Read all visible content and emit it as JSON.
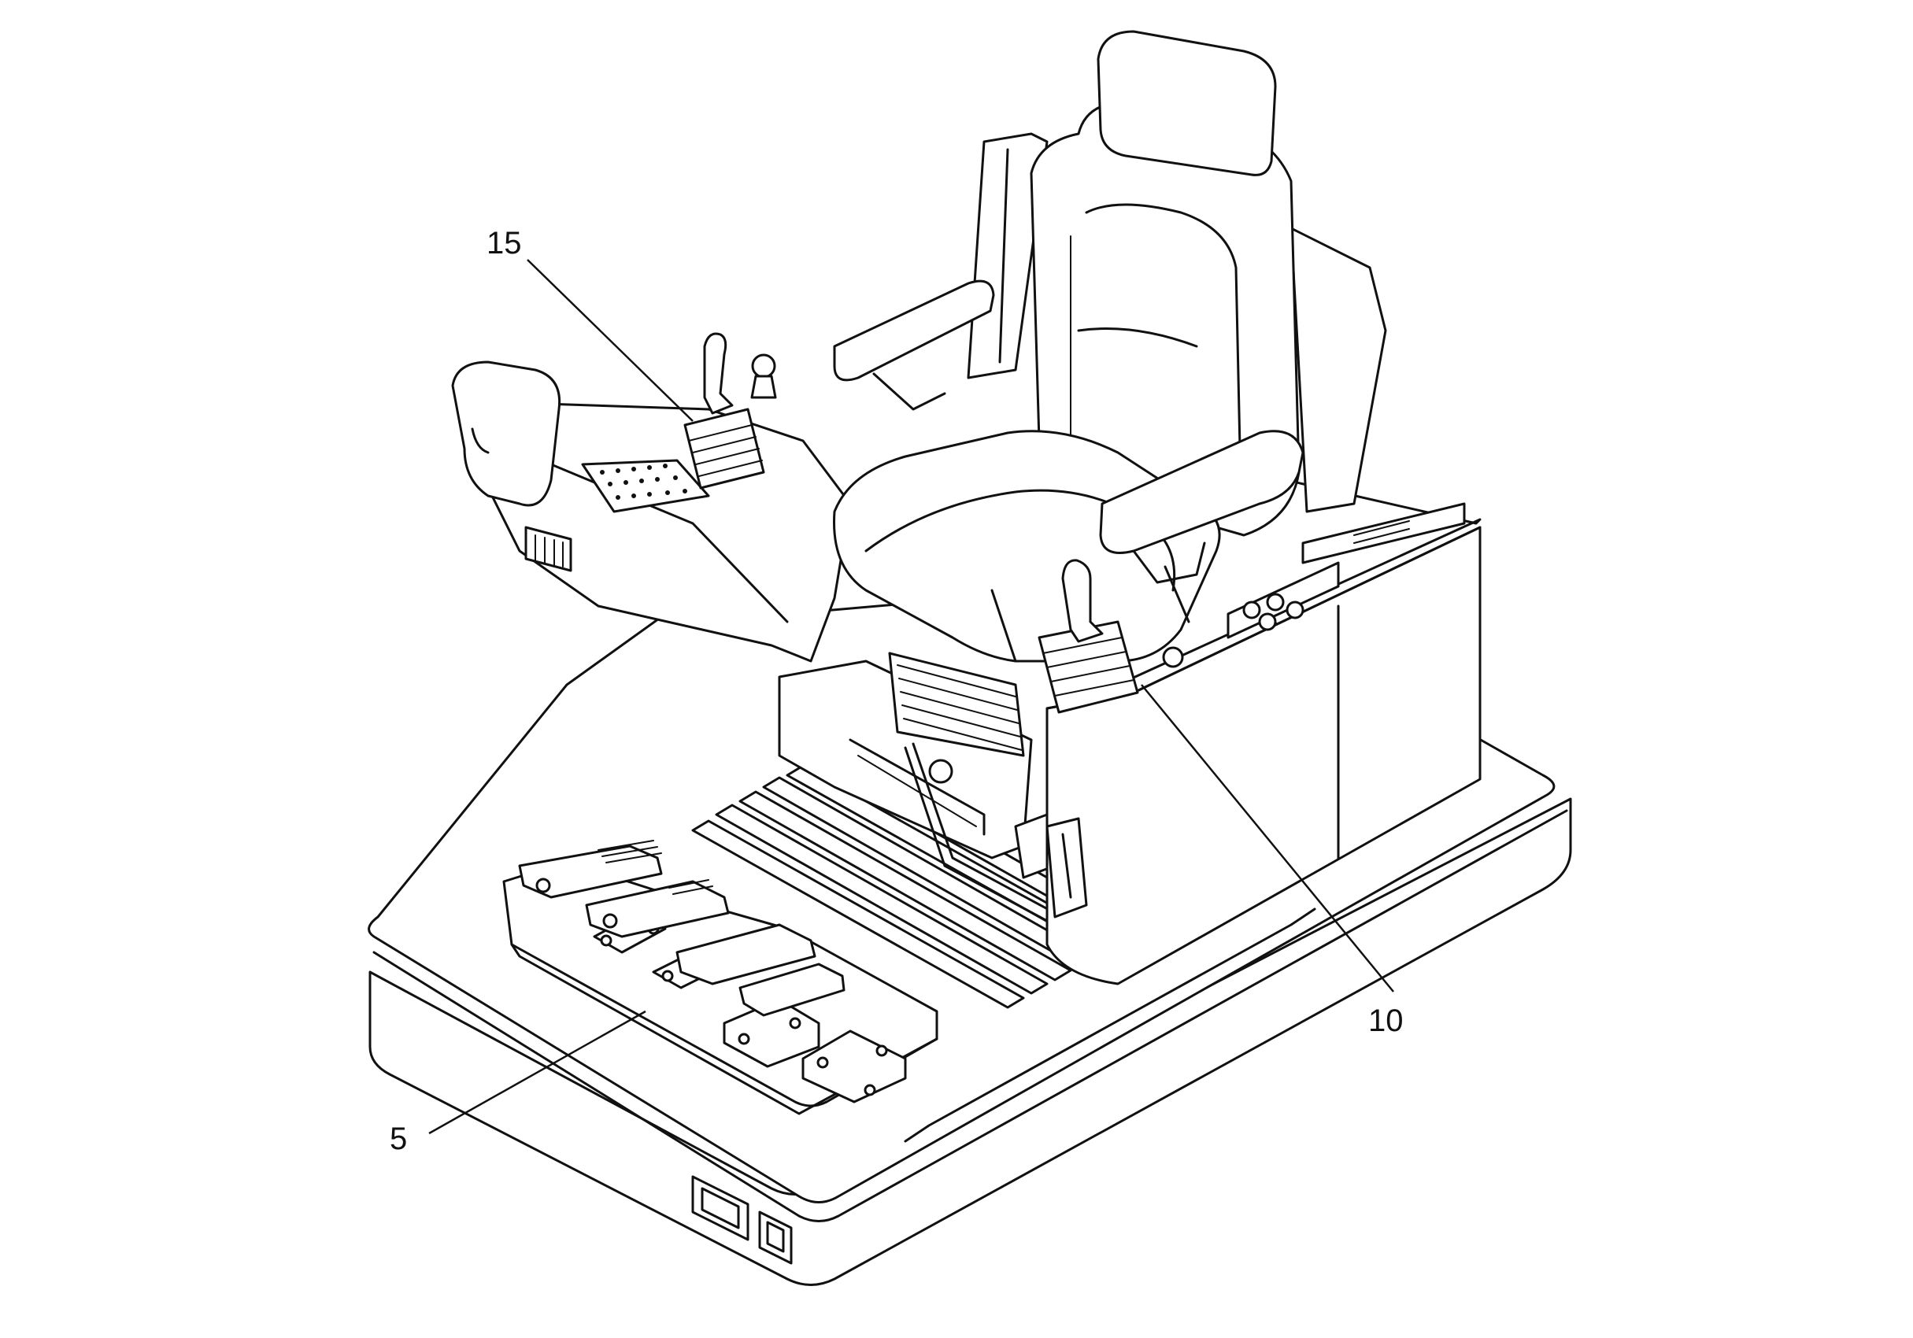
{
  "callouts": {
    "joystick_left": "15",
    "joystick_right": "10",
    "pedal_panel": "5"
  }
}
